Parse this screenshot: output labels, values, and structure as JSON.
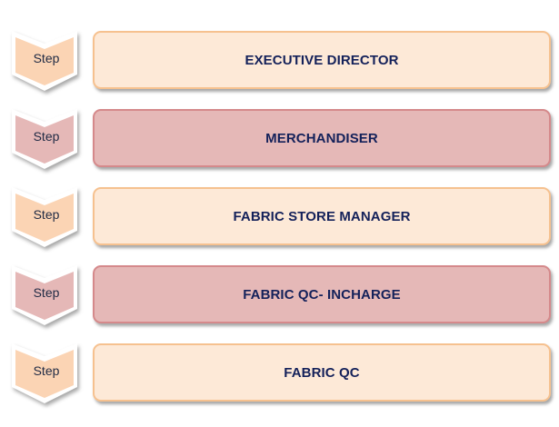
{
  "steps": [
    {
      "step_label": "Step",
      "role": "EXECUTIVE DIRECTOR",
      "color": "#fde9d7",
      "chevron_color": "#fbd4b4"
    },
    {
      "step_label": "Step",
      "role": "MERCHANDISER",
      "color": "#e5b8b7",
      "chevron_color": "#e5b8b7"
    },
    {
      "step_label": "Step",
      "role": "FABRIC STORE MANAGER",
      "color": "#fde9d7",
      "chevron_color": "#fbd4b4"
    },
    {
      "step_label": "Step",
      "role": "FABRIC QC- INCHARGE",
      "color": "#e5b8b7",
      "chevron_color": "#e5b8b7"
    },
    {
      "step_label": "Step",
      "role": "FABRIC QC",
      "color": "#fde9d7",
      "chevron_color": "#fbd4b4"
    }
  ]
}
